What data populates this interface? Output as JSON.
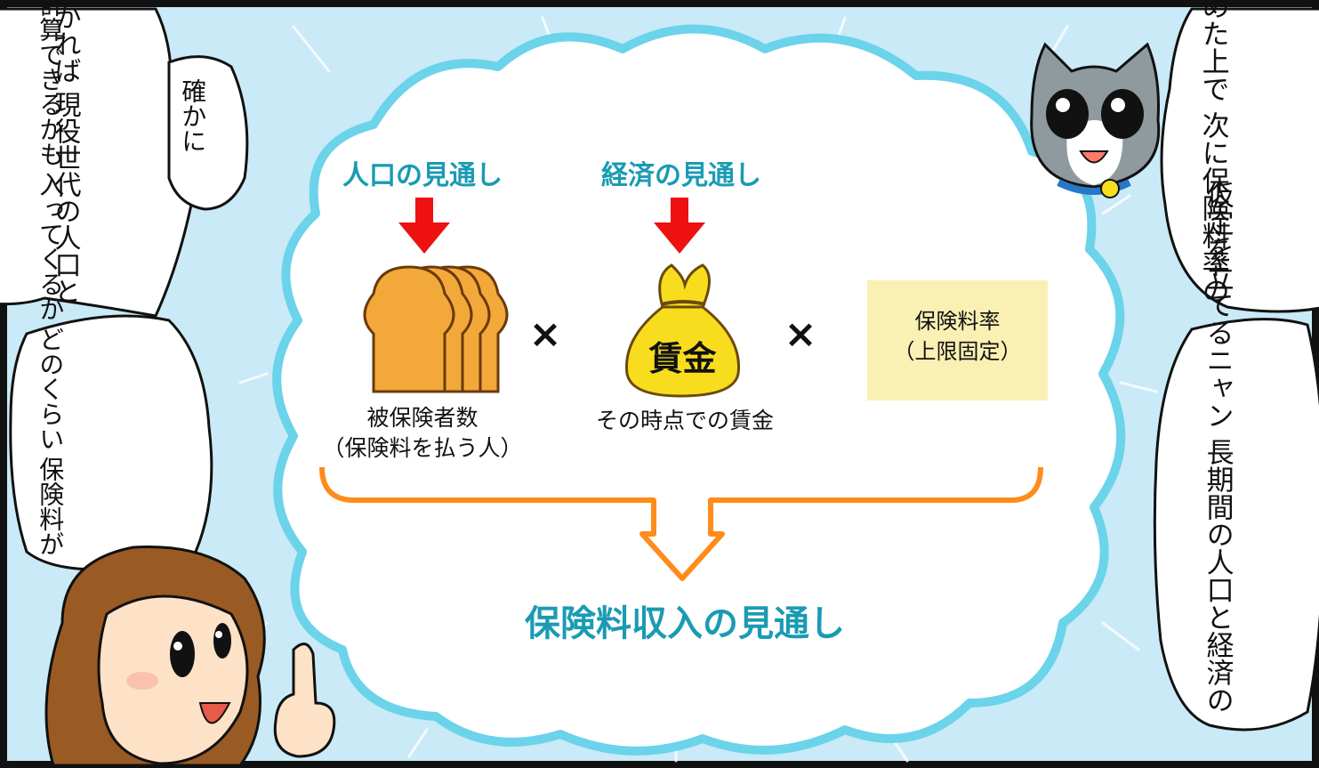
{
  "panel": {
    "colors": {
      "background": "#c9eaf6",
      "cloud_outline": "#6bd3ea",
      "teal_text": "#1a9bb3",
      "red_arrow": "#ee1111",
      "orange_bracket": "#ff8c1a",
      "rate_box": "#fbf0b3"
    }
  },
  "bubbles": {
    "left_top_line1": "現役世代の人口と",
    "left_top_line2": "平均収入が分かれば",
    "left_mid": "確かに",
    "left_bottom_line1": "保険料が",
    "left_bottom_line2": "どのくらい",
    "left_bottom_line3": "入ってくるか",
    "left_bottom_line4": "計算できるかも",
    "right_top_line1": "次に保険料率の",
    "right_top_line2": "上限を決めた上で",
    "right_bottom_line1": "長期間の人口と経済の",
    "right_bottom_line2": "仮定を立てるニャン"
  },
  "diagram": {
    "population_outlook": "人口の見通し",
    "economy_outlook": "経済の見通し",
    "insured_line1": "被保険者数",
    "insured_line2": "（保険料を払う人）",
    "wage_bag_label": "賃金",
    "wage_caption": "その時点での賃金",
    "rate_line1": "保険料率",
    "rate_line2": "（上限固定）",
    "times_1": "×",
    "times_2": "×",
    "result": "保険料収入の見通し"
  },
  "icons": {
    "down_arrow_1": "red-down-arrow-icon",
    "down_arrow_2": "red-down-arrow-icon",
    "people": "people-silhouettes-icon",
    "money_bag": "money-bag-icon",
    "cat": "cat-character",
    "girl": "girl-character"
  }
}
